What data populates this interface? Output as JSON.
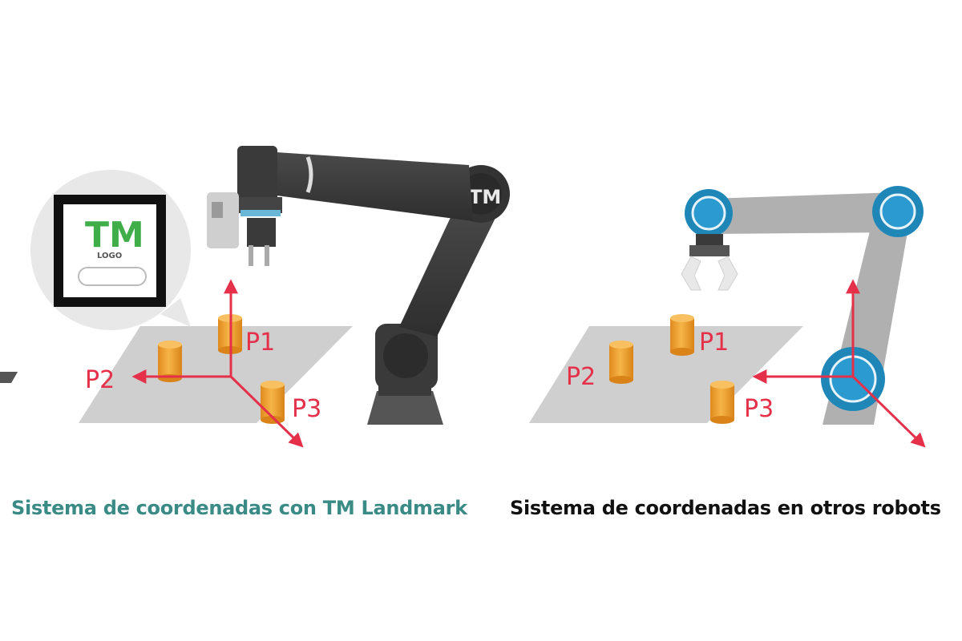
{
  "left_panel": {
    "caption": "Sistema de coordenadas con TM Landmark",
    "caption_color": "#3a8a86",
    "points": [
      "P1",
      "P2",
      "P3"
    ],
    "landmark_brand": "TM",
    "landmark_subtext": "LOGO",
    "robot_logo": "TM"
  },
  "right_panel": {
    "caption": "Sistema de coordenadas en otros robots",
    "caption_color": "#111111",
    "points": [
      "P1",
      "P2",
      "P3"
    ]
  },
  "colors": {
    "axis_red": "#e5304a",
    "cylinder_orange": "#f0a030",
    "robot_dark": "#3c3c3c",
    "robot_gray": "#b0b0b0",
    "joint_blue": "#1f87b8",
    "table_gray": "#cfcfcf",
    "bubble_gray": "#e8e8e8",
    "tm_green": "#3fae49",
    "tm_blue": "#2b7bb9"
  }
}
